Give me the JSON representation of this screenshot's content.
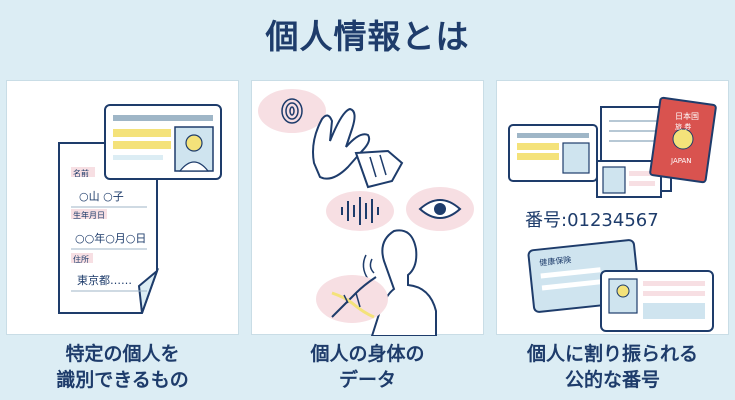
{
  "title": "個人情報とは",
  "panels": [
    {
      "caption_line1": "特定の個人を",
      "caption_line2": "識別できるもの",
      "form": {
        "name_label": "名前",
        "name_value": "○山 ○子",
        "birth_label": "生年月日",
        "birth_value": "○○年○月○日",
        "address_label": "住所",
        "address_value": "東京都……"
      }
    },
    {
      "caption_line1": "個人の身体の",
      "caption_line2": "データ"
    },
    {
      "caption_line1": "個人に割り振られる",
      "caption_line2": "公的な番号",
      "number_text": "番号:01234567",
      "passport_top": "日本国",
      "passport_mid": "旅 券",
      "passport_bottom": "JAPAN",
      "insurance_label": "健康保険"
    }
  ],
  "colors": {
    "navy": "#1e3c6b",
    "light_blue": "#dcedf4",
    "pink": "#f7dfe3",
    "yellow": "#f4e27a",
    "passport_red": "#d9534f",
    "card_blue": "#cfe4ef"
  }
}
